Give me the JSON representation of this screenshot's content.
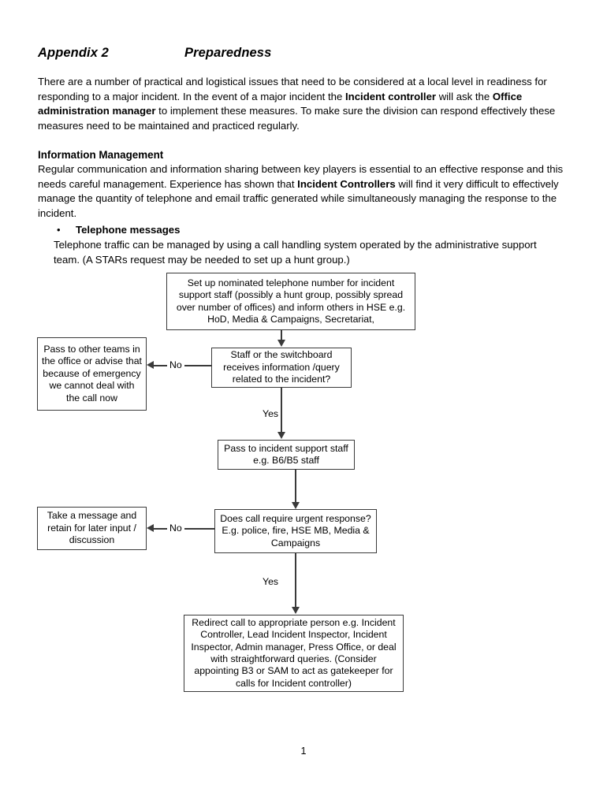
{
  "document": {
    "title_appendix": "Appendix 2",
    "title_subject": "Preparedness",
    "page_number": "1"
  },
  "intro": {
    "text_1": "There are a number of practical and logistical issues that need to be considered at a local level in readiness for responding to a major incident. In the event of a major incident the ",
    "bold_1": "Incident controller",
    "text_2": " will ask the ",
    "bold_2": "Office administration manager",
    "text_3": " to implement these measures. To make sure the division can respond effectively these measures need to be maintained and practiced regularly."
  },
  "information_management": {
    "heading": "Information Management",
    "text_1": "Regular communication and information sharing between key players is essential to an effective response and this needs careful management. Experience has shown that ",
    "bold_1": "Incident Controllers",
    "text_2": " will find it very difficult to effectively manage the quantity of telephone and email traffic generated while simultaneously managing the response to the incident."
  },
  "bullet": {
    "marker": "•",
    "label": "Telephone messages",
    "body": "Telephone traffic can be managed by using a call handling system operated by the administrative support team. (A STARs request may be needed to set up a hunt group.)"
  },
  "flowchart": {
    "boxes": {
      "setup": "Set up nominated telephone number for incident support staff (possibly a hunt group, possibly spread over number of offices) and inform others in HSE e.g. HoD, Media & Campaigns, Secretariat,",
      "receives": "Staff or the switchboard receives information /query related to the incident?",
      "pass_other_teams": "Pass to other teams in the office or advise that because of emergency we cannot deal with the call now",
      "pass_incident_support": "Pass to incident support staff e.g. B6/B5 staff",
      "urgent": "Does call require urgent response? E.g. police, fire, HSE MB, Media & Campaigns",
      "take_message": "Take a message and retain for later input / discussion",
      "redirect": "Redirect call to appropriate person e.g. Incident Controller, Lead Incident Inspector, Incident Inspector, Admin manager, Press Office, or deal with straightforward queries. (Consider appointing B3 or SAM to act as gatekeeper for calls for Incident controller)"
    },
    "labels": {
      "no_1": "No",
      "yes_1": "Yes",
      "no_2": "No",
      "yes_2": "Yes"
    },
    "colors": {
      "stroke": "#3a3a3a",
      "fill": "#ffffff"
    }
  }
}
